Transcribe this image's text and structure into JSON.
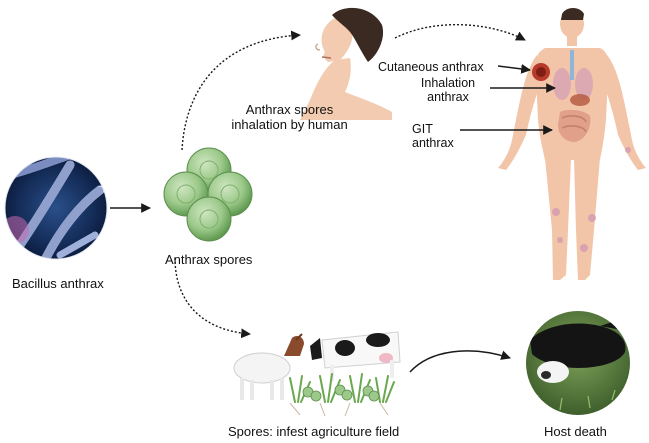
{
  "labels": {
    "bacillus": "Bacillus anthrax",
    "spores": "Anthrax spores",
    "inhalation_human_l1": "Anthrax spores",
    "inhalation_human_l2": "inhalation by human",
    "cutaneous": "Cutaneous anthrax",
    "inhalation_l1": "Inhalation",
    "inhalation_l2": "anthrax",
    "git_l1": "GIT",
    "git_l2": "anthrax",
    "field": "Spores: infest agriculture field",
    "death": "Host death"
  },
  "icons": {
    "bacteria": "bacillus-rod-chain-icon",
    "spores": "spore-cluster-icon",
    "human_head": "human-inhaling-icon",
    "body": "human-anatomy-icon",
    "field": "goat-cow-grass-icon",
    "dead_cow": "dead-cow-icon"
  },
  "colors": {
    "spore_green": "#8fbf7a",
    "body_skin": "#f2c4a8",
    "lesion": "#b83a2a",
    "grass": "#6aa84f",
    "arrow": "#1a1a1a"
  }
}
